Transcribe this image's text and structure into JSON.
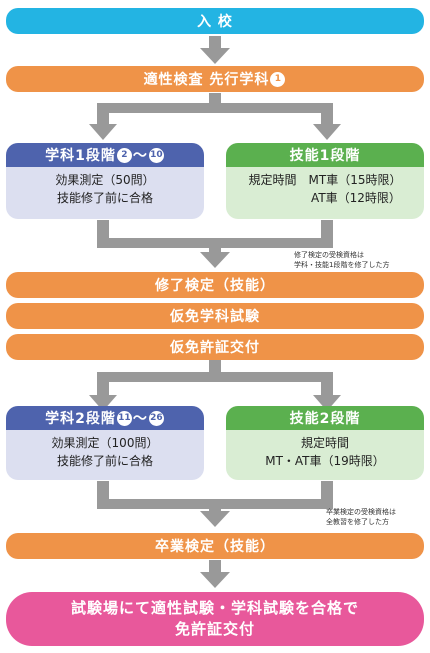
{
  "entrance": "入 校",
  "aptitude": {
    "label": "適性検査 先行学科",
    "num": "1"
  },
  "stage1": {
    "left": {
      "title": "学科1段階",
      "num_from": "2",
      "tilde": "〜",
      "num_to": "10",
      "lines": [
        "効果測定（50問）",
        "技能修了前に合格"
      ]
    },
    "right": {
      "title": "技能1段階",
      "lines": [
        "規定時間　MT車（15時限）",
        "AT車（12時限）"
      ]
    }
  },
  "note1": [
    "修了検定の受検資格は",
    "学科・技能1段階を修了した方"
  ],
  "mid_bars": [
    "修了検定（技能）",
    "仮免学科試験",
    "仮免許証交付"
  ],
  "stage2": {
    "left": {
      "title": "学科2段階",
      "num_from": "11",
      "tilde": "〜",
      "num_to": "26",
      "lines": [
        "効果測定（100問）",
        "技能修了前に合格"
      ]
    },
    "right": {
      "title": "技能2段階",
      "lines": [
        "規定時間",
        "MT・AT車（19時限）"
      ]
    }
  },
  "note2": [
    "卒業検定の受検資格は",
    "全教習を修了した方"
  ],
  "graduation": "卒業検定（技能）",
  "final": [
    "試験場にて適性試験・学科試験を合格で",
    "免許証交付"
  ],
  "colors": {
    "cyan": "#23b4e3",
    "orange": "#ef9348",
    "blue": "#4e63ad",
    "green": "#5bb04f",
    "pink": "#e8589b",
    "arrow": "#999999"
  }
}
